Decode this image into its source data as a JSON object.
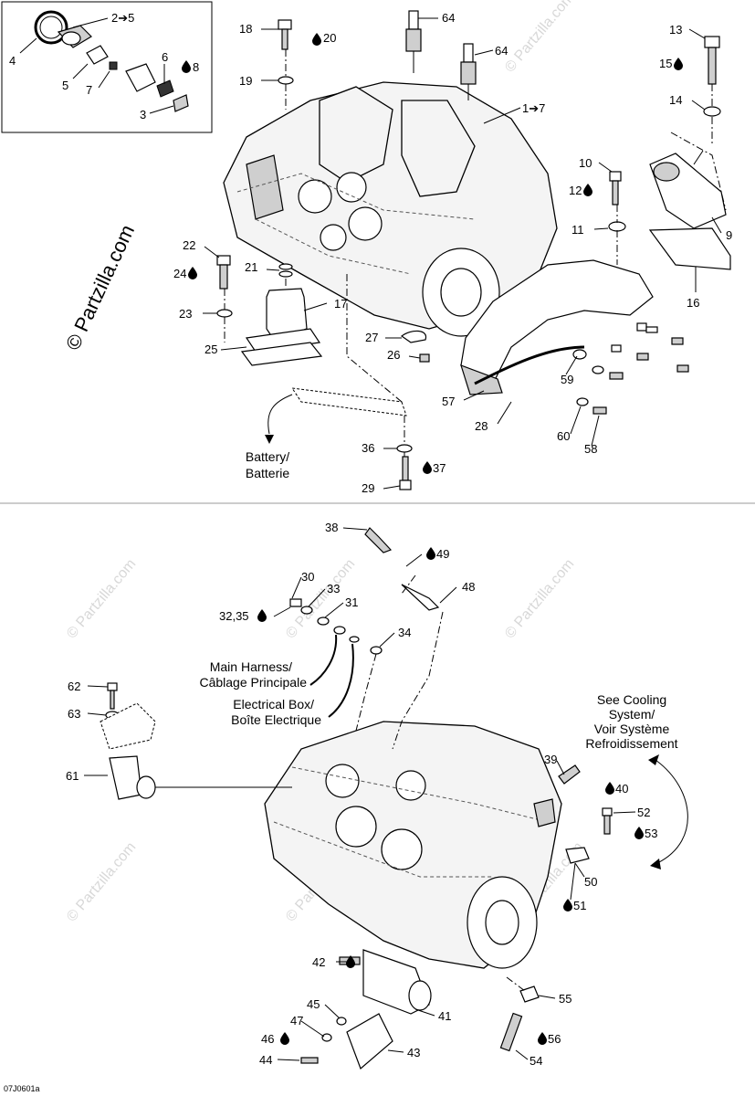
{
  "labels": {
    "l1": "1➔7",
    "l2": "2➔5",
    "l3": "3",
    "l4": "4",
    "l5": "5",
    "l6": "6",
    "l7": "7",
    "l8": "8",
    "l9": "9",
    "l10": "10",
    "l11": "11",
    "l12": "12",
    "l13": "13",
    "l14": "14",
    "l15": "15",
    "l16": "16",
    "l17": "17",
    "l18": "18",
    "l19": "19",
    "l20": "20",
    "l21": "21",
    "l22": "22",
    "l23": "23",
    "l24": "24",
    "l25": "25",
    "l26": "26",
    "l27": "27",
    "l28": "28",
    "l29": "29",
    "l30": "30",
    "l31": "31",
    "l3235": "32,35",
    "l33": "33",
    "l34": "34",
    "l36": "36",
    "l37": "37",
    "l38": "38",
    "l39": "39",
    "l40": "40",
    "l41": "41",
    "l42": "42",
    "l43": "43",
    "l44": "44",
    "l45": "45",
    "l46": "46",
    "l47": "47",
    "l48": "48",
    "l49": "49",
    "l50": "50",
    "l51": "51",
    "l52": "52",
    "l53": "53",
    "l54": "54",
    "l55": "55",
    "l56": "56",
    "l57": "57",
    "l58": "58",
    "l59": "59",
    "l60": "60",
    "l61": "61",
    "l62": "62",
    "l63": "63",
    "l64a": "64",
    "l64b": "64"
  },
  "notes": {
    "battery_line1": "Battery/",
    "battery_line2": "Batterie",
    "main_harness_line1": "Main Harness/",
    "main_harness_line2": "Câblage Principale",
    "electrical_box_line1": "Electrical Box/",
    "electrical_box_line2": "Boîte Electrique",
    "cooling_line1": "See Cooling",
    "cooling_line2": "System/",
    "cooling_line3": "Voir Système",
    "cooling_line4": "Refroidissement"
  },
  "watermark": {
    "main": "© Partzilla.com",
    "faint": "© Partzilla.com"
  },
  "drawing_code": "07J0601a"
}
